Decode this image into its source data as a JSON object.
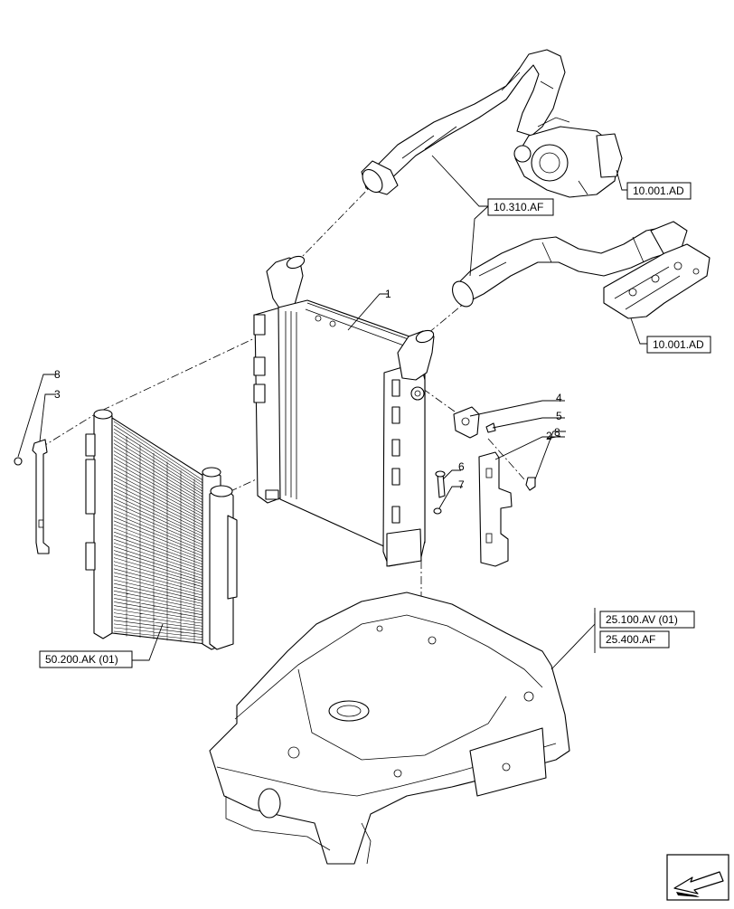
{
  "callouts": {
    "c1": "1",
    "c2": "2",
    "c3": "3",
    "c4": "4",
    "c5": "5",
    "c6": "6",
    "c7": "7",
    "c8_left": "8",
    "c8_right": "8"
  },
  "references": {
    "turbo_ref": "10.001.AD",
    "manifold_ref": "10.001.AD",
    "hose_ref": "10.310.AF",
    "chassis_ref_1": "25.100.AV (01)",
    "chassis_ref_2": "25.400.AF",
    "condenser_ref": "50.200.AK (01)"
  },
  "icons": {
    "nav": "navigation-arrow-icon"
  }
}
